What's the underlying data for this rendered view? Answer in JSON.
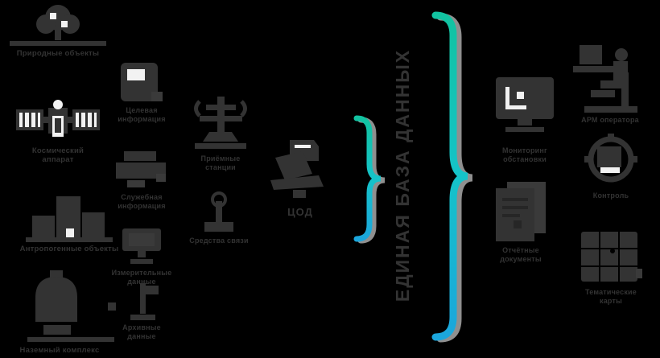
{
  "meta": {
    "description": "Data flow diagram: observation sources and receiving stations feed a unified database which produces information products",
    "background": "#000000",
    "ink_color": "#333333",
    "brace_gradient_top": "#12C3A1",
    "brace_gradient_bottom": "#1BA6DC",
    "brace_shadow": "#8F8F8F"
  },
  "hub": {
    "vertical_label": "ЕДИНАЯ БАЗА ДАННЫХ"
  },
  "sources": {
    "tree": {
      "icon": "tree-icon",
      "label": "Природные объекты"
    },
    "satellite": {
      "icon": "satellite-icon",
      "label": "Космический\nаппарат"
    },
    "city": {
      "icon": "city-icon",
      "label": "Антропогенные объекты"
    },
    "dome": {
      "icon": "dome-station-icon",
      "label": "Наземный комплекс"
    }
  },
  "channels": {
    "card": {
      "icon": "document-card-icon",
      "label": "Целевая\nинформация"
    },
    "device": {
      "icon": "measuring-device-icon",
      "label": "Служебная\nинформация"
    },
    "monitor": {
      "icon": "terminal-icon",
      "label": "Измерительные\nданные"
    },
    "tower": {
      "icon": "mast-icon",
      "label": "Архивные\nданные"
    }
  },
  "receivers": {
    "bigantenna": {
      "icon": "antenna-tower-icon",
      "label": "Приёмные\nстанции"
    },
    "smallantenna": {
      "icon": "antenna-icon",
      "label": "Средства связи"
    }
  },
  "center": {
    "icon": "computer-icon",
    "label": "ЦОД"
  },
  "products": {
    "monitor": {
      "icon": "monitor-chart-icon",
      "label": "Мониторинг\nобстановки"
    },
    "operator": {
      "icon": "operator-desk-icon",
      "label": "АРМ оператора"
    },
    "gauge": {
      "icon": "gauge-icon",
      "label": "Контроль"
    },
    "documents": {
      "icon": "documents-stack-icon",
      "label": "Отчётные\nдокументы"
    },
    "map": {
      "icon": "map-grid-icon",
      "label": "Тематические\nкарты"
    }
  }
}
